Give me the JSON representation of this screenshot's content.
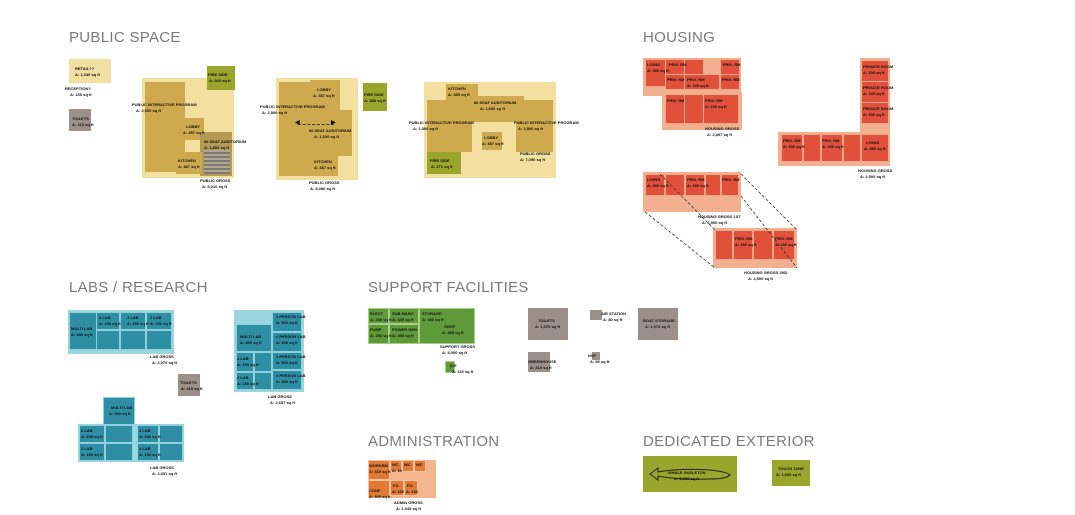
{
  "sections": {
    "public_space": "PUBLIC SPACE",
    "housing": "HOUSING",
    "labs": "LABS / RESEARCH",
    "support": "SUPPORT FACILITIES",
    "admin": "ADMINISTRATION",
    "exterior": "DEDICATED EXTERIOR"
  },
  "public": {
    "retail": "RETAIL??",
    "retail_a": "A: 1,045 sq ft",
    "reception": "RECEPTION?",
    "reception_a": "A: 155 sq ft",
    "toilets": "TOILETS",
    "toilets_a": "A: 415 sq ft",
    "fire_side": "FIRE SIDE",
    "fire_side_a": "A: 345 sq ft",
    "pip": "PUBLIC INTERACTIVE PROGRAM",
    "pip_a": "A: 2,900 sq ft",
    "lobby": "LOBBY",
    "lobby_a": "A: 357 sq ft",
    "aud": "86 SEAT AUDITORIUM",
    "aud_a": "A: 1,800 sq ft",
    "kitchen": "KITCHEN",
    "kitchen_a": "A: 387 sq ft",
    "gross": "PUBLIC GROSS",
    "gross_a": "A: 8,010 sq ft",
    "pip2_a": "A: 2,800 sq ft",
    "aud2_a": "A: 1,600 sq ft",
    "gross2_a": "A: 8,080 sq ft",
    "fire_side2": "FIRE SIDE",
    "fire_side2_a": "A: 358 sq ft",
    "kitchen3": "KITCHEN",
    "kitchen3_a": "A: 385 sq ft",
    "aud3": "86 SEAT AUDITORIUM",
    "aud3_a": "A: 1,600 sq ft",
    "pip3_a": "A: 1,800 sq ft",
    "pip4_a": "A: 1,800 sq ft",
    "lobby3_a": "A: 387 sq ft",
    "fire3": "FIRE SIDE",
    "fire3_a": "A: 271 sq ft",
    "gross3_a": "A: 7,050 sq ft"
  },
  "housing": {
    "living": "LIVING",
    "living_a": "A: 350 sq ft",
    "priv": "PRIV. RM",
    "priv_a": "A: 150 sq ft",
    "private_room": "PRIVATE ROOM",
    "private_room_a": "A: 150 sq ft",
    "gross": "HOUSING GROSS",
    "gross1_a": "A: 2,897 sq ft",
    "gross2_a": "A: 2,500 sq ft",
    "gross_1st": "HOUSING GROSS 1ST",
    "gross_1st_a": "A: 2,500 sq ft",
    "gross_2nd": "HOUSING GROSS 2ND",
    "gross_2nd_a": "A: 2,500 sq ft"
  },
  "labs": {
    "multi": "MULTI LAB",
    "lab2": "2 LAB",
    "lab4": "4 LAB",
    "lab_a": "A: 150 sq ft",
    "multi_a": "A: 350 sq ft",
    "person": "4 PERSON LAB",
    "person_a": "A: 300 sq ft",
    "gross": "LAB GROSS",
    "gross1_a": "A: 2,970 sq ft",
    "gross2_a": "A: 2,657 sq ft",
    "gross3_a": "A: 2,651 sq ft",
    "toilets": "TOILETS",
    "toilets_a": "A: 415 sq ft"
  },
  "support": {
    "elect": "ELECT",
    "elect_a": "A: 250 sq ft",
    "sub_maint": "SUB MAINT",
    "sub_maint_a": "A: 445 sq ft",
    "storage": "STORAGE",
    "storage_a": "A: 455 sq ft",
    "pump": "PUMP",
    "pump_a": "A: 250 sq ft",
    "power": "POWER GEN",
    "power_a": "A: 455 sq ft",
    "shop": "SHOP",
    "shop_a": "A: 455 sq ft",
    "gross": "SUPPORT GROSS",
    "gross_a": "A: 3,000 sq ft",
    "ice": "ICE",
    "ice_a": "A: 115 sq ft",
    "toilets": "TOILETS",
    "toilets_a": "A: 1,070 sq ft",
    "air": "AIR STATION",
    "air_a": "A: 80 sq ft",
    "boat": "BOAT STORAGE",
    "boat_a": "A: 1,070 sq ft",
    "green": "GREENHOUSE",
    "green_a": "A: 415 sq ft",
    "nsf": "NSF",
    "nsf_a": "A: 80 sq ft"
  },
  "admin": {
    "workrm": "WORKRM",
    "workrm_a": "A: 415 sq ft",
    "wc": "WC",
    "wc_a": "A: 15",
    "conf": "CONF",
    "conf_a": "A: 405 sq ft",
    "fo": "FO",
    "fo_a": "A: 150",
    "gross": "ADMIN GROSS",
    "gross_a": "A: 1,945 sq ft"
  },
  "exterior": {
    "whale": "WHALE SKELETON",
    "whale_a": "A: 5,000 sq ft",
    "touch": "TOUCH TANK",
    "touch_a": "A: 1,000 sq ft"
  },
  "colors": {
    "public": "#cfa94e",
    "fire_side": "#9aa52b",
    "service": "#9b9089",
    "housing": "#e0503b",
    "labs": "#2e8ea4",
    "support": "#5f9a3a",
    "admin": "#e07a35",
    "exterior": "#9aa52b"
  }
}
